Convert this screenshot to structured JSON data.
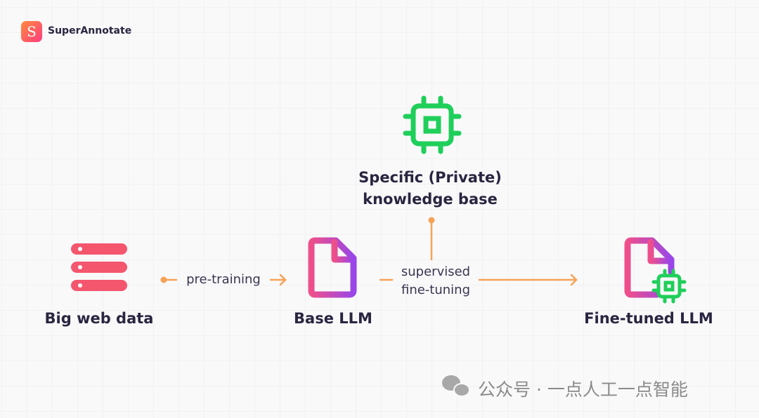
{
  "brand": {
    "logo_letter": "S",
    "name": "SuperAnnotate"
  },
  "nodes": {
    "knowledge": [
      "Specific (Private)",
      "knowledge base"
    ],
    "web": "Big web data",
    "base": "Base LLM",
    "finetuned": "Fine-tuned LLM"
  },
  "edges": {
    "pretraining": "pre-training",
    "sft": [
      "supervised",
      "fine-tuning"
    ]
  },
  "watermark": "公众号 · 一点人工一点智能",
  "colors": {
    "green": "#1fcf5a",
    "orange": "#f7a255",
    "red": "#f4566e",
    "doc_start": "#ee4f8a",
    "doc_end": "#9a46e8",
    "text": "#2a2540"
  }
}
